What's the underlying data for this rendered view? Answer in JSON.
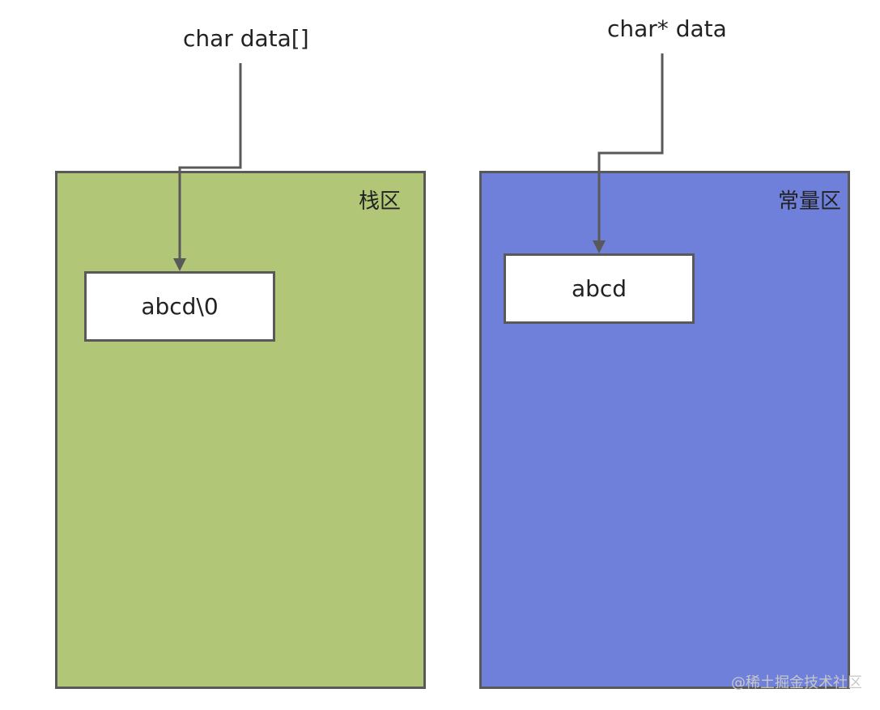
{
  "pointers": {
    "array_label": "char data[]",
    "pointer_label": "char* data"
  },
  "regions": {
    "stack": {
      "title": "栈区",
      "content": "abcd\\0",
      "color": "#b1c777"
    },
    "constant": {
      "title": "常量区",
      "content": "abcd",
      "color": "#6f80da"
    }
  },
  "watermark": "@稀土掘金技术社区",
  "colors": {
    "stroke": "#595959",
    "cell_bg": "#ffffff",
    "text": "#222222"
  }
}
